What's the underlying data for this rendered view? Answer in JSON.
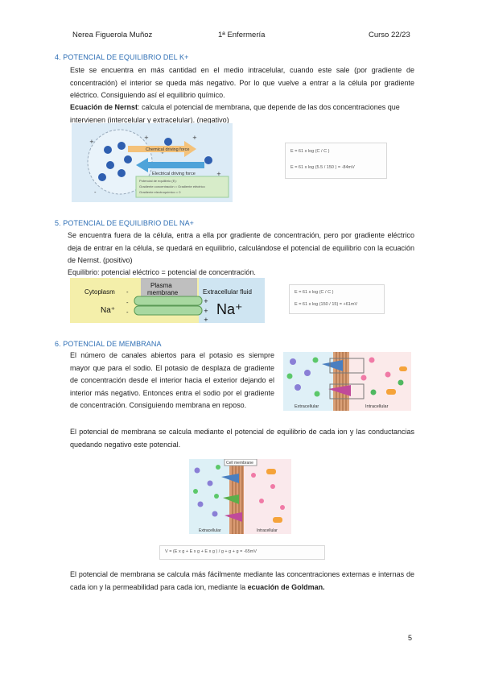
{
  "header": {
    "author": "Nerea Figuerola Muñoz",
    "subject": "1ª Enfermería",
    "course": "Curso 22/23"
  },
  "s4": {
    "title": "4.   POTENCIAL DE EQUILIBRIO DEL K+",
    "p1": "Este se encuentra en más cantidad en el medio intracelular, cuando este sale (por gradiente de concentración) el interior se queda más negativo. Por lo que vuelve a entrar a la célula por gradiente eléctrico. Consiguiendo así el equilibrio químico.",
    "nernst_bold": "Ecuación de Nernst",
    "nernst_rest": ": calcula el potencial de membrana, que depende de las dos concentraciones que intervienen (intercelular y extracelular). (negativo)",
    "fig": {
      "chemical": "Chemical driving force",
      "electrical": "Electrical driving force",
      "legend1": "Potencial de equilibrio (E):",
      "legend2": "Gradiente concentración = Gradiente eléctrico",
      "legend3": "Gradiente electroquímico = 0"
    },
    "eq1": "E  = 61 x log (C          / C          )",
    "eq2": "E   = 61 x log (5.5 / 150 ) = -84mV"
  },
  "s5": {
    "title": "5.   POTENCIAL DE EQUILIBRIO DEL NA+",
    "p1": "Se encuentra fuera de la célula, entra a ella por gradiente de concentración, pero por gradiente eléctrico deja de entrar en la célula, se quedará en equilibrio, calculándose el potencial de equilibrio con la ecuación de Nernst. (positivo)",
    "p2": "Equilibrio: potencial eléctrico = potencial de concentración.",
    "fig": {
      "cytoplasm": "Cytoplasm",
      "membrane1": "Plasma",
      "membrane2": "membrane",
      "extracellular": "Extracellular fluid",
      "na_left": "Na⁺",
      "na_right": "Na⁺"
    },
    "eq1": "E    = 61 x log (C           / C           )",
    "eq2": "E    = 61 x log (150 / 15) = +61mV"
  },
  "s6": {
    "title": "6.   POTENCIAL DE MEMBRANA",
    "p1": "El número de canales abiertos para el potasio es siempre mayor que para el sodio. El potasio de desplaza de gradiente de concentración desde el interior hacia el exterior dejando el interior más negativo. Entonces entra el sodio por el gradiente de concentración. Consiguiendo membrana en reposo.",
    "fig1": {
      "extracellular": "Extracellular",
      "intracellular": "Intracellular"
    },
    "p2": "El potencial de membrana se calcula mediante el potencial de equilibrio de cada ion y las conductancias quedando negativo este potencial.",
    "fig2": {
      "cell_membrane": "Cell membrane",
      "extracellular": "Extracellular",
      "intracellular": "Intracellular"
    },
    "eq": "V   = (E   x g   + E    x g    + E   x g  ) / g   + g    + g   = -65mV",
    "p3_text": "El potencial de membrana se calcula más fácilmente mediante las concentraciones externas e internas de cada ion y la permeabilidad para cada ion, mediante la ",
    "p3_bold": "ecuación de Goldman."
  },
  "page_number": "5"
}
